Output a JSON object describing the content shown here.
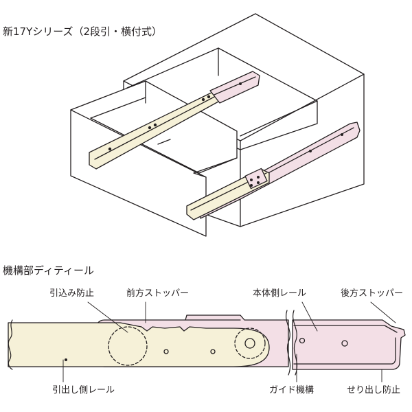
{
  "title_top": "新17Yシリーズ（2段引・横付式）",
  "title_detail": "機構部ディティール",
  "labels": {
    "pull_in_prevention": "引込み防止",
    "front_stopper": "前方ストッパー",
    "body_side_rail": "本体側レール",
    "rear_stopper": "後方ストッパー",
    "drawer_side_rail": "引出し側レール",
    "guide_mechanism": "ガイド機構",
    "pull_out_prevention": "せり出し防止"
  },
  "colors": {
    "outline": "#231f20",
    "drawer_rail": "#f6f1d8",
    "body_rail": "#f3dfe6",
    "cabinet": "#ffffff"
  }
}
